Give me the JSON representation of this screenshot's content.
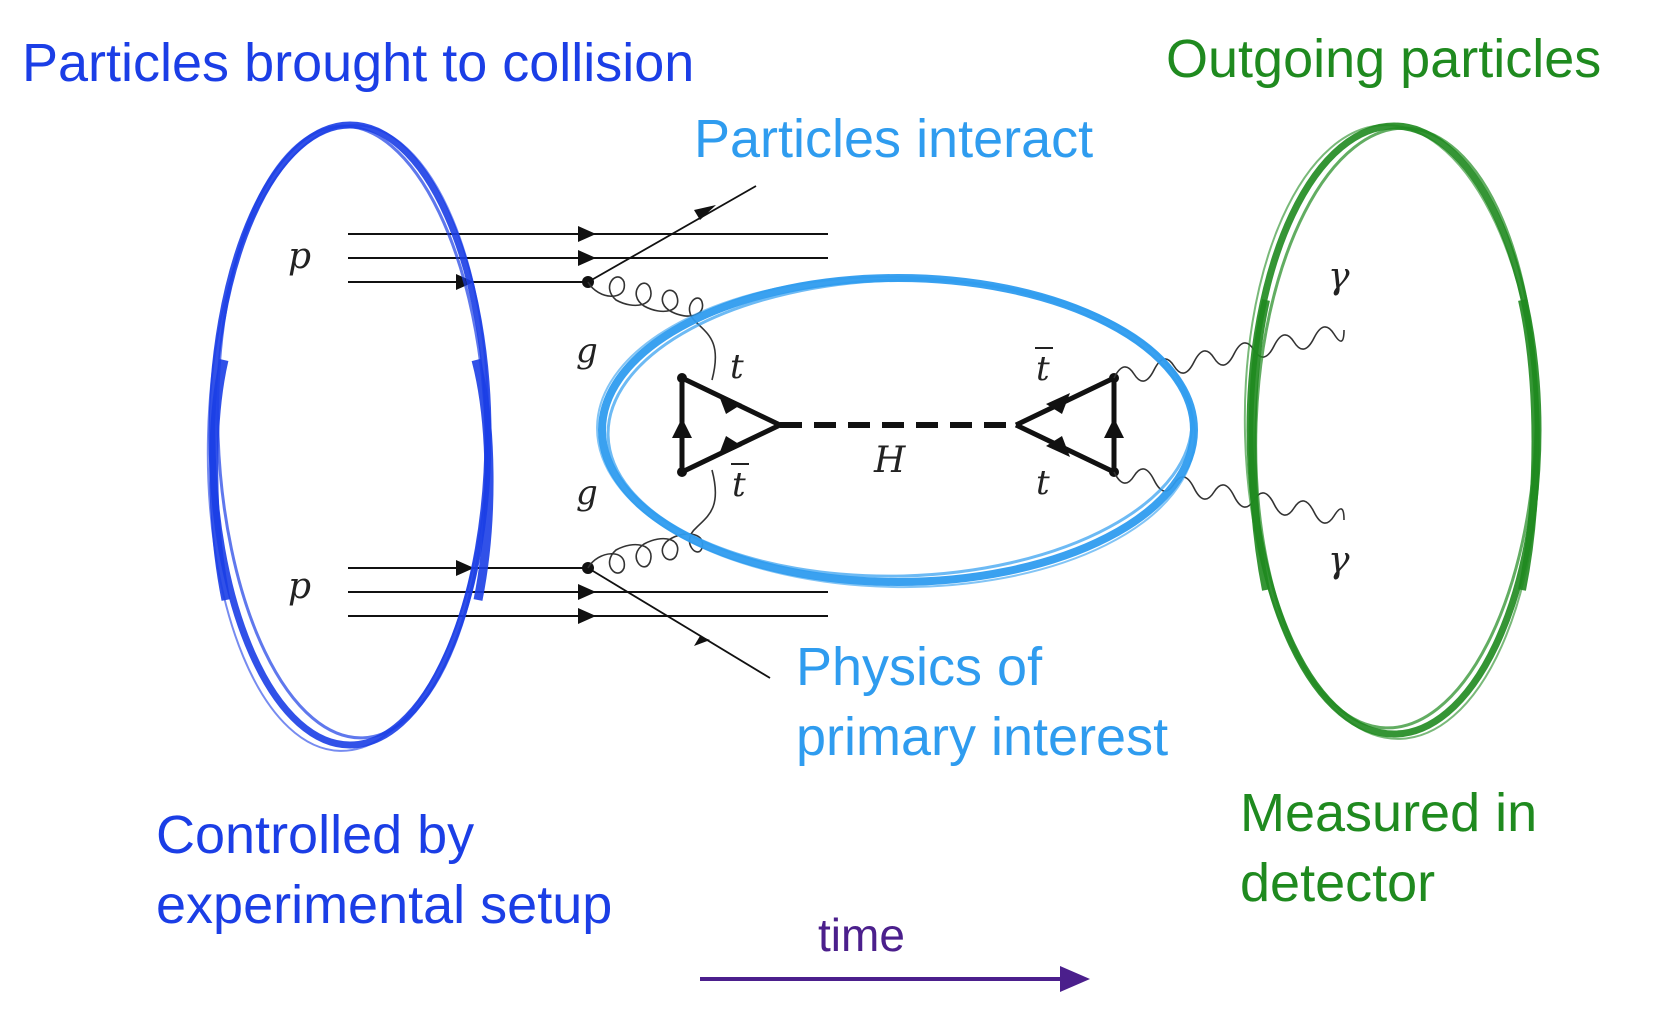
{
  "labels": {
    "incoming_title": "Particles brought to collision",
    "outgoing_title": "Outgoing particles",
    "interact_title": "Particles interact",
    "physics_line1": "Physics of",
    "physics_line2": "primary interest",
    "controlled_line1": "Controlled by",
    "controlled_line2": "experimental setup",
    "measured_line1": "Measured in",
    "measured_line2": "detector",
    "time": "time"
  },
  "symbols": {
    "proton": "p",
    "gluon": "g",
    "top": "t",
    "antitop": "t",
    "higgs": "H",
    "photon": "γ"
  },
  "colors": {
    "incoming": "#1b3ee6",
    "interaction": "#2f9cef",
    "outgoing": "#1f8a1f",
    "time_arrow": "#4b1f8c",
    "feynman_lines": "#111111"
  }
}
